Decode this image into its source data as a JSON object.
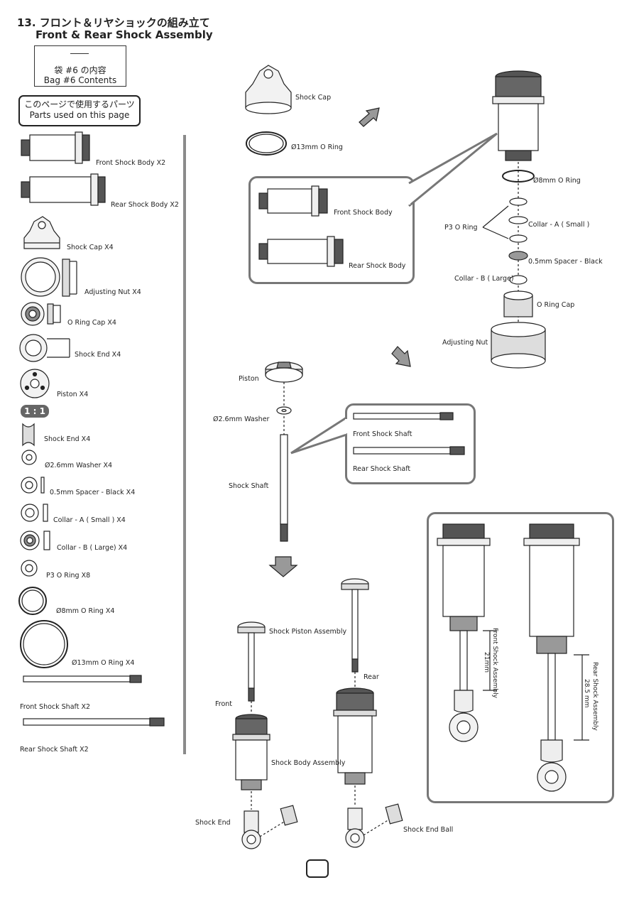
{
  "header": {
    "title_jp": "13. フロント＆リヤショックの組み立て",
    "title_en": "Front & Rear Shock Assembly"
  },
  "bag": {
    "line1": "袋 #6 の内容",
    "line2": "Bag #6 Contents"
  },
  "parts_used": {
    "line1": "このページで使用するパーツ",
    "line2": "Parts used on this page"
  },
  "ratio_label": "1 : 1",
  "parts_list": [
    "Front Shock Body X2",
    "Rear Shock Body X2",
    "Shock Cap X4",
    "Adjusting Nut X4",
    "O Ring Cap X4",
    "Shock End X4",
    "Piston X4",
    "Shock End X4",
    "Ø2.6mm Washer X4",
    "0.5mm Spacer - Black X4",
    "Collar - A ( Small ) X4",
    "Collar - B ( Large) X4",
    "P3 O Ring X8",
    "Ø8mm O Ring X4",
    "Ø13mm O Ring X4",
    "Front Shock Shaft X2",
    "Rear Shock Shaft X2"
  ],
  "diagram1": {
    "shock_cap": "Shock Cap",
    "o_ring_13": "Ø13mm O Ring",
    "front_body": "Front Shock Body",
    "rear_body": "Rear Shock Body",
    "o_ring_8": "Ø8mm O Ring",
    "p3_o_ring": "P3 O Ring",
    "collar_a": "Collar - A ( Small )",
    "spacer": "0.5mm Spacer - Black",
    "collar_b": "Collar - B ( Large)",
    "o_ring_cap": "O Ring Cap",
    "adjusting_nut": "Adjusting Nut"
  },
  "diagram2": {
    "piston": "Piston",
    "washer": "Ø2.6mm Washer",
    "shock_shaft": "Shock Shaft",
    "front_shaft": "Front Shock Shaft",
    "rear_shaft": "Rear Shock Shaft"
  },
  "diagram3": {
    "piston_assembly": "Shock Piston Assembly",
    "rear": "Rear",
    "front": "Front",
    "body_assembly": "Shock Body Assembly",
    "shock_end": "Shock End",
    "shock_end_ball": "Shock End Ball"
  },
  "spec": {
    "front": "Front Shock Assembly",
    "front_len": "21mm",
    "rear": "Rear Shock Assembly",
    "rear_len": "28.5 mm"
  },
  "colors": {
    "line": "#222222",
    "callout_border": "#777777",
    "ratio_bg": "#666666",
    "thread": "#555555"
  }
}
